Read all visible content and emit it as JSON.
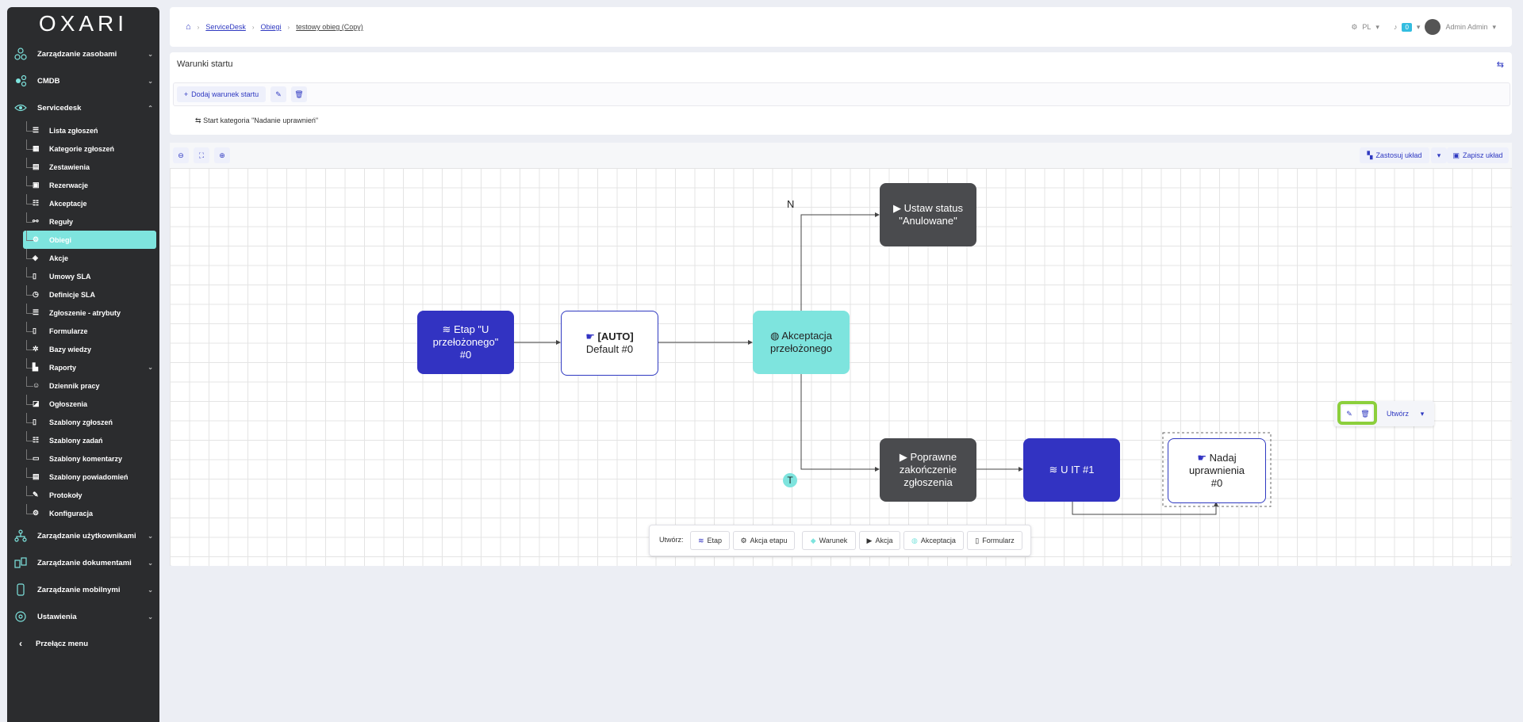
{
  "app": {
    "logo": "OXARI"
  },
  "sidebar": {
    "groups_top": [
      {
        "label": "Zarządzanie zasobami"
      },
      {
        "label": "CMDB"
      },
      {
        "label": "Servicedesk"
      }
    ],
    "items": [
      {
        "label": "Lista zgłoszeń"
      },
      {
        "label": "Kategorie zgłoszeń"
      },
      {
        "label": "Zestawienia"
      },
      {
        "label": "Rezerwacje"
      },
      {
        "label": "Akceptacje"
      },
      {
        "label": "Reguły"
      },
      {
        "label": "Obiegi"
      },
      {
        "label": "Akcje"
      },
      {
        "label": "Umowy SLA"
      },
      {
        "label": "Definicje SLA"
      },
      {
        "label": "Zgłoszenie - atrybuty"
      },
      {
        "label": "Formularze"
      },
      {
        "label": "Bazy wiedzy"
      },
      {
        "label": "Raporty"
      },
      {
        "label": "Dziennik pracy"
      },
      {
        "label": "Ogłoszenia"
      },
      {
        "label": "Szablony zgłoszeń"
      },
      {
        "label": "Szablony zadań"
      },
      {
        "label": "Szablony komentarzy"
      },
      {
        "label": "Szablony powiadomień"
      },
      {
        "label": "Protokoły"
      },
      {
        "label": "Konfiguracja"
      }
    ],
    "groups_bottom": [
      {
        "label": "Zarządzanie użytkownikami"
      },
      {
        "label": "Zarządzanie dokumentami"
      },
      {
        "label": "Zarządzanie mobilnymi"
      },
      {
        "label": "Ustawienia"
      }
    ],
    "toggle": "Przełącz menu",
    "active_color": "#7ee4de"
  },
  "breadcrumb": {
    "items": [
      "ServiceDesk",
      "Obiegi"
    ],
    "current": "testowy obieg (Copy)"
  },
  "topbar": {
    "lang": "PL",
    "notifications": "0",
    "user": "Admin Admin"
  },
  "start_panel": {
    "title": "Warunki startu",
    "add_button": "Dodaj warunek startu",
    "condition": "Start kategoria \"Nadanie uprawnień\""
  },
  "canvas_toolbar": {
    "apply_layout": "Zastosuj układ",
    "save_layout": "Zapisz układ"
  },
  "flow": {
    "nodes": {
      "stage_u_przelozonego": {
        "l1": "Etap \"U",
        "l2": "przełożonego\"",
        "l3": "#0"
      },
      "auto_default": {
        "l1": "[AUTO]",
        "l2": "Default #0"
      },
      "akceptacja": {
        "l1": "Akceptacja",
        "l2": "przełożonego"
      },
      "ustaw_status": {
        "l1": "Ustaw status",
        "l2": "\"Anulowane\""
      },
      "poprawne": {
        "l1": "Poprawne",
        "l2": "zakończenie",
        "l3": "zgłoszenia"
      },
      "uit": {
        "l1": "U IT #1"
      },
      "nadaj": {
        "l1": "Nadaj",
        "l2": "uprawnienia",
        "l3": "#0"
      }
    },
    "label_n": "N",
    "label_t": "T"
  },
  "selection_toolbar": {
    "create": "Utwórz"
  },
  "creator": {
    "label": "Utwórz:",
    "buttons": [
      "Etap",
      "Akcja etapu",
      "Warunek",
      "Akcja",
      "Akceptacja",
      "Formularz"
    ]
  }
}
